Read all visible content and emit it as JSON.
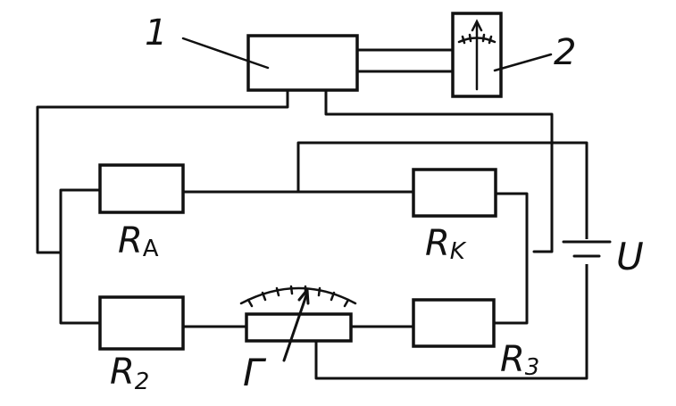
{
  "labels": {
    "block1": "1",
    "block2": "2",
    "r_a_main": "R",
    "r_a_sub": "A",
    "r_k_main": "R",
    "r_k_sub": "K",
    "r_2_main": "R",
    "r_2_sub": "2",
    "r_3_main": "R",
    "r_3_sub": "3",
    "galvanometer": "Г",
    "voltage": "U"
  },
  "colors": {
    "ink": "#111111",
    "paper": "#ffffff"
  }
}
